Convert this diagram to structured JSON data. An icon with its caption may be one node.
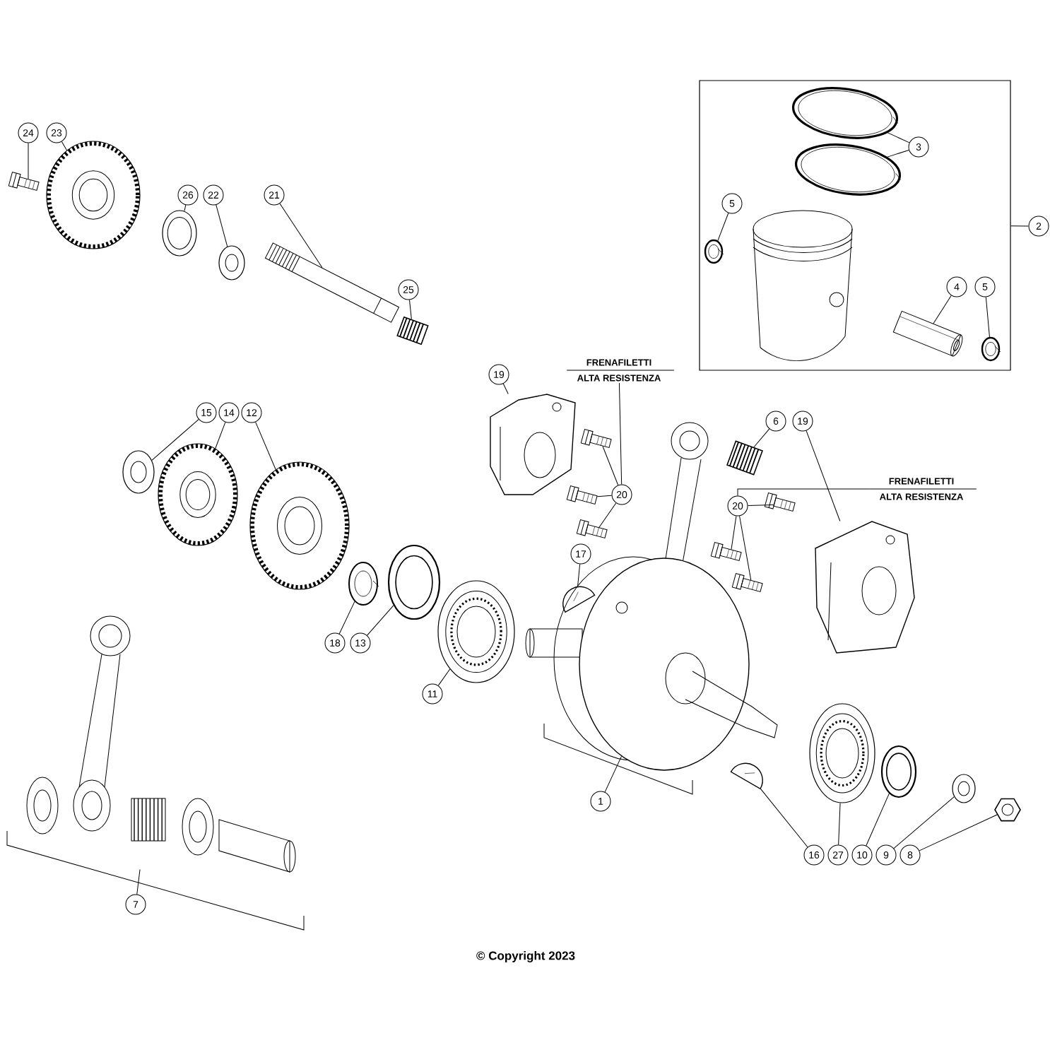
{
  "diagram": {
    "nodes": [
      {
        "text": [
          "24"
        ]
      },
      {
        "text": [
          "23"
        ]
      },
      {
        "text": [
          "26"
        ]
      },
      {
        "text": [
          "22"
        ]
      },
      {
        "text": [
          "21"
        ]
      },
      {
        "text": [
          "25"
        ]
      },
      {
        "text": [],
        "shape": "box"
      },
      {
        "text": [
          "3"
        ],
        "in": 6
      },
      {
        "text": [
          "5"
        ],
        "in": 6
      },
      {
        "text": [
          "4"
        ],
        "in": 6
      },
      {
        "text": [
          "5"
        ],
        "in": 6
      },
      {
        "text": [
          "2"
        ]
      },
      {
        "text": [
          "19"
        ]
      },
      {
        "text": [
          "FRENAFILETTI",
          "ALTA RESISTENZA"
        ]
      },
      {
        "text": [
          "6"
        ]
      },
      {
        "text": [
          "19"
        ]
      },
      {
        "text": [
          "15"
        ]
      },
      {
        "text": [
          "14"
        ]
      },
      {
        "text": [
          "12"
        ]
      },
      {
        "text": [
          "FRENAFILETTI",
          "ALTA RESISTENZA"
        ]
      },
      {
        "text": [
          "20"
        ]
      },
      {
        "text": [
          "20"
        ]
      },
      {
        "text": [
          "17"
        ]
      },
      {
        "text": [
          "18"
        ]
      },
      {
        "text": [
          "13"
        ]
      },
      {
        "text": [
          "11"
        ]
      },
      {
        "text": [
          "1"
        ]
      },
      {
        "text": [
          "7"
        ]
      },
      {
        "text": [
          "16"
        ]
      },
      {
        "text": [
          "27"
        ]
      },
      {
        "text": [
          "10"
        ]
      },
      {
        "text": [
          "9"
        ]
      },
      {
        "text": [
          "8"
        ]
      },
      {
        "text": [],
        "shape": "picture"
      },
      {
        "text": [],
        "shape": "picture"
      },
      {
        "text": [],
        "shape": "picture"
      },
      {
        "text": [],
        "shape": "picture"
      },
      {
        "text": [],
        "shape": "picture"
      },
      {
        "text": [],
        "shape": "picture"
      },
      {
        "text": [],
        "shape": "picture",
        "in": 6
      },
      {
        "text": [],
        "shape": "picture",
        "in": 6
      },
      {
        "text": [],
        "shape": "picture",
        "in": 6
      },
      {
        "text": [],
        "shape": "picture",
        "in": 6
      },
      {
        "text": [],
        "shape": "picture",
        "in": 6
      },
      {
        "text": [],
        "shape": "picture"
      },
      {
        "text": [],
        "shape": "picture"
      },
      {
        "text": [],
        "shape": "picture"
      },
      {
        "text": [],
        "shape": "picture"
      },
      {
        "text": [],
        "shape": "picture"
      },
      {
        "text": [],
        "shape": "picture"
      },
      {
        "text": [],
        "shape": "picture"
      },
      {
        "text": [],
        "shape": "picture"
      },
      {
        "text": [],
        "shape": "picture"
      },
      {
        "text": [],
        "shape": "picture"
      },
      {
        "text": [],
        "shape": "picture"
      },
      {
        "text": [],
        "shape": "picture"
      },
      {
        "text": [],
        "shape": "picture"
      },
      {
        "text": [],
        "shape": "picture"
      },
      {
        "text": [],
        "shape": "picture"
      },
      {
        "text": [],
        "shape": "picture"
      },
      {
        "text": [],
        "shape": "picture"
      },
      {
        "text": [],
        "shape": "picture"
      },
      {
        "text": [],
        "shape": "picture"
      },
      {
        "text": [],
        "shape": "picture"
      },
      {
        "text": [],
        "shape": "picture"
      },
      {
        "text": [],
        "shape": "picture"
      },
      {
        "text": [],
        "shape": "picture"
      }
    ],
    "edges": [
      {
        "from": 0,
        "to": 33,
        "arrow": "none"
      },
      {
        "from": 1,
        "to": 34,
        "arrow": "none"
      },
      {
        "from": 2,
        "to": 35,
        "arrow": "none"
      },
      {
        "from": 3,
        "to": 36,
        "arrow": "none"
      },
      {
        "from": 4,
        "to": 37,
        "arrow": "none"
      },
      {
        "from": 5,
        "to": 38,
        "arrow": "none"
      },
      {
        "from": 7,
        "to": 39,
        "arrow": "none"
      },
      {
        "from": 7,
        "to": 40,
        "arrow": "none"
      },
      {
        "from": 8,
        "to": 41,
        "arrow": "none"
      },
      {
        "from": 9,
        "to": 42,
        "arrow": "none"
      },
      {
        "from": 10,
        "to": 43,
        "arrow": "none"
      },
      {
        "from": 11,
        "to": 6,
        "arrow": "none"
      },
      {
        "from": 12,
        "to": 44,
        "arrow": "none"
      },
      {
        "from": 13,
        "to": 20,
        "arrow": "none"
      },
      {
        "from": 14,
        "to": 48,
        "arrow": "none"
      },
      {
        "from": 15,
        "to": 49,
        "arrow": "none"
      },
      {
        "from": 16,
        "to": 53,
        "arrow": "none"
      },
      {
        "from": 17,
        "to": 54,
        "arrow": "none"
      },
      {
        "from": 18,
        "to": 55,
        "arrow": "none"
      },
      {
        "from": 19,
        "to": 21,
        "arrow": "none"
      },
      {
        "from": 20,
        "to": 45,
        "arrow": "none"
      },
      {
        "from": 20,
        "to": 46,
        "arrow": "none"
      },
      {
        "from": 20,
        "to": 47,
        "arrow": "none"
      },
      {
        "from": 21,
        "to": 50,
        "arrow": "none"
      },
      {
        "from": 21,
        "to": 51,
        "arrow": "none"
      },
      {
        "from": 21,
        "to": 52,
        "arrow": "none"
      },
      {
        "from": 22,
        "to": 59,
        "arrow": "none"
      },
      {
        "from": 23,
        "to": 56,
        "arrow": "none"
      },
      {
        "from": 24,
        "to": 57,
        "arrow": "none"
      },
      {
        "from": 25,
        "to": 58,
        "arrow": "none"
      },
      {
        "from": 26,
        "to": 60,
        "arrow": "none"
      },
      {
        "from": 27,
        "to": 61,
        "arrow": "none"
      },
      {
        "from": 28,
        "to": 62,
        "arrow": "none"
      },
      {
        "from": 29,
        "to": 63,
        "arrow": "none"
      },
      {
        "from": 30,
        "to": 64,
        "arrow": "none"
      },
      {
        "from": 31,
        "to": 65,
        "arrow": "none"
      },
      {
        "from": 32,
        "to": 66,
        "arrow": "none"
      }
    ],
    "labels": [
      "© Copyright 2023"
    ]
  }
}
